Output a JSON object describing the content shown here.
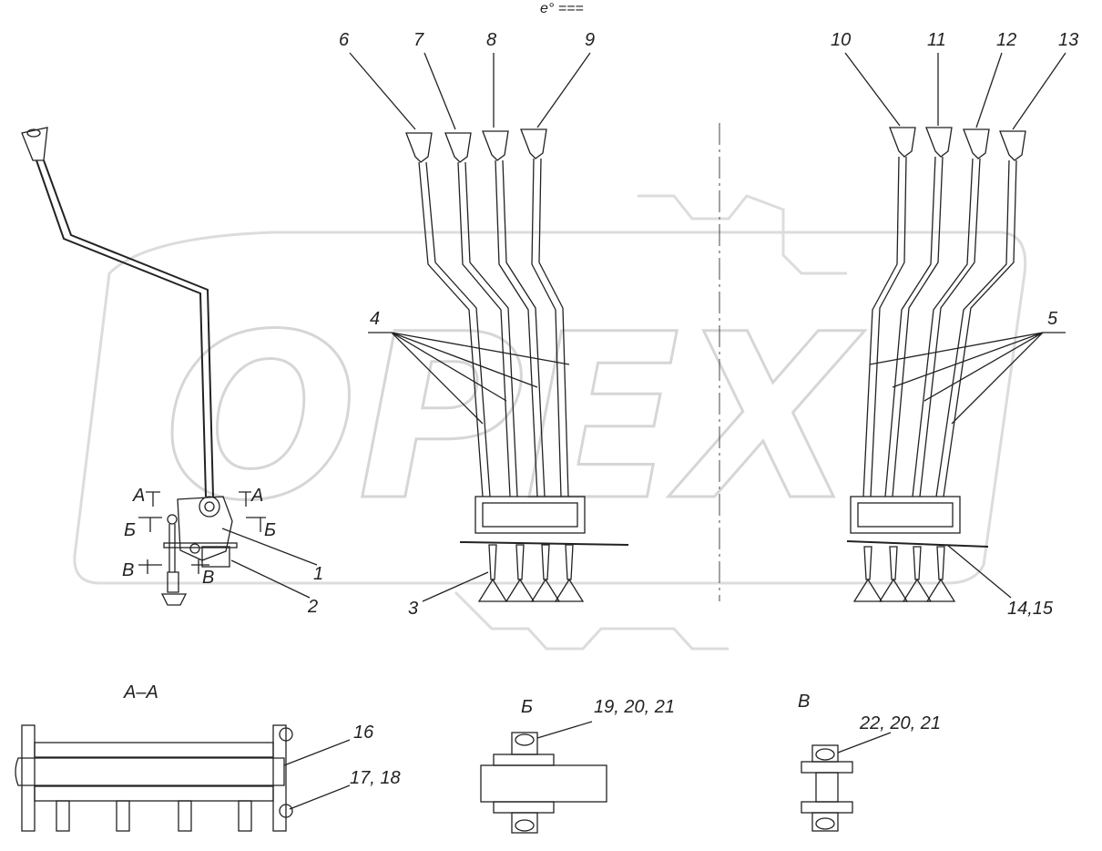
{
  "watermark": "OPEX",
  "header_mark": "e° ===",
  "callouts": [
    "1",
    "2",
    "3",
    "4",
    "5",
    "6",
    "7",
    "8",
    "9",
    "10",
    "11",
    "12",
    "13",
    "14,15",
    "16",
    "17, 18",
    "19, 20, 21",
    "22, 20, 21"
  ],
  "section_marks": {
    "a": "А",
    "b": "Б",
    "v": "В"
  },
  "section_titles": {
    "aa": "А–А",
    "b": "Б",
    "v": "В"
  }
}
